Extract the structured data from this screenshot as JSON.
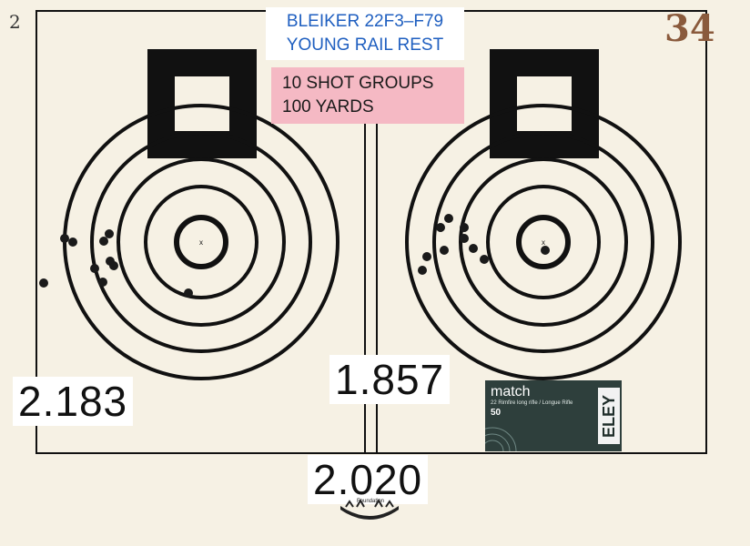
{
  "header": {
    "firearm_line": "BLEIKER 22F3–F79",
    "rest_line": "YOUNG RAIL REST"
  },
  "test": {
    "groups_line": "10 SHOT GROUPS",
    "distance_line": "100 YARDS"
  },
  "handwritten": {
    "corner_mark": "2",
    "sheet_number": "34"
  },
  "results": {
    "left_group": "2.183",
    "right_group": "1.857",
    "average": "2.020"
  },
  "ammo_box": {
    "product": "match",
    "description": "22 Rimfire long rifle / Longue Rifle",
    "count": "50",
    "brand": "ELEY"
  },
  "logo": {
    "text": "Foundation"
  },
  "colors": {
    "paper": "#f6f1e4",
    "ink": "#111111",
    "note_blue": "#1f5fc0",
    "note_pink": "#f5b9c4",
    "ammo_box": "#2e3f3c"
  },
  "icons": {
    "target": "bullseye-target",
    "bullet_hole": "bullet-hole-mark",
    "logo": "foundation-logo"
  }
}
